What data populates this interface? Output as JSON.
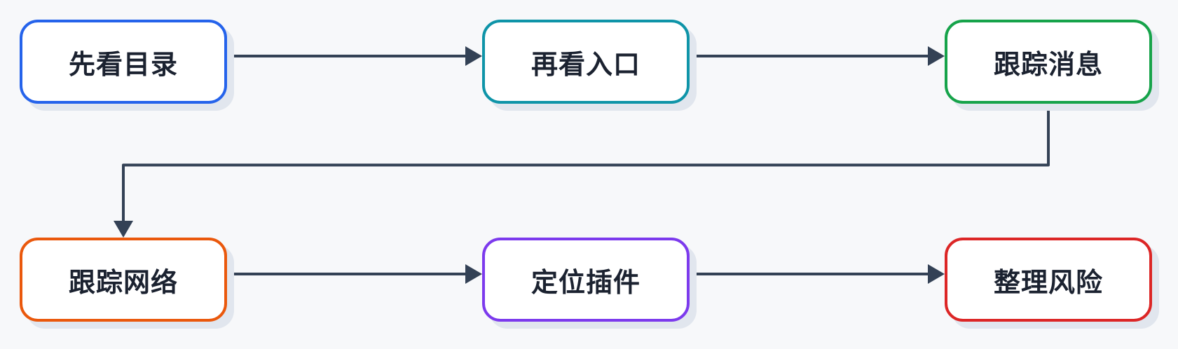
{
  "nodes": [
    {
      "id": "n1",
      "label": "先看目录",
      "color": "#2563eb"
    },
    {
      "id": "n2",
      "label": "再看入口",
      "color": "#0e94a8"
    },
    {
      "id": "n3",
      "label": "跟踪消息",
      "color": "#16a34a"
    },
    {
      "id": "n4",
      "label": "跟踪网络",
      "color": "#ea580c"
    },
    {
      "id": "n5",
      "label": "定位插件",
      "color": "#7c3aed"
    },
    {
      "id": "n6",
      "label": "整理风险",
      "color": "#dc2626"
    }
  ],
  "edges": [
    {
      "from": "n1",
      "to": "n2"
    },
    {
      "from": "n2",
      "to": "n3"
    },
    {
      "from": "n3",
      "to": "n4"
    },
    {
      "from": "n4",
      "to": "n5"
    },
    {
      "from": "n5",
      "to": "n6"
    }
  ],
  "edge_color": "#334155"
}
